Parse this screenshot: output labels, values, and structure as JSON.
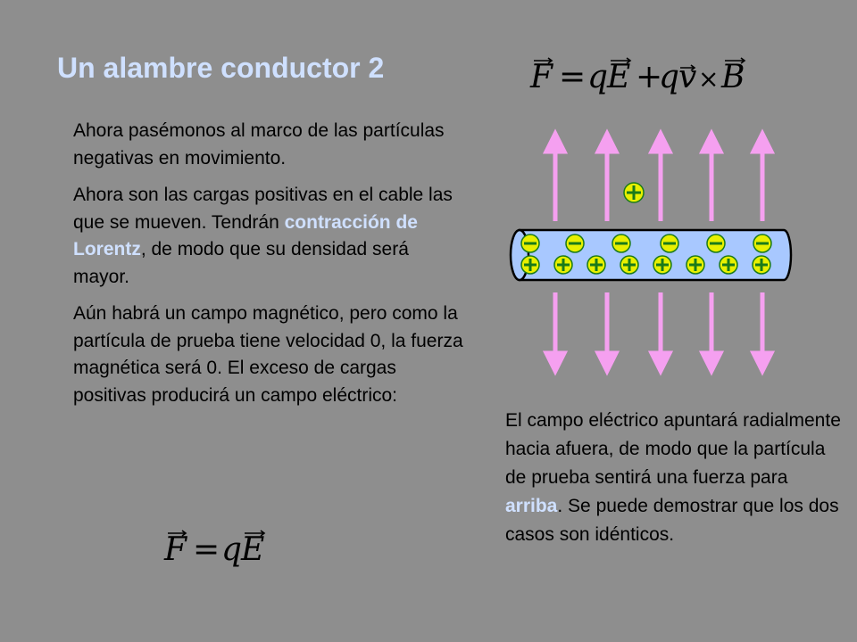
{
  "slide": {
    "title": "Un alambre conductor 2",
    "equation_full": {
      "F": "F",
      "eq": "=",
      "q1": "q",
      "E": "E",
      "plus": "+",
      "q2": "q",
      "v": "v",
      "times": "×",
      "B": "B"
    },
    "equation_simple": {
      "F": "F",
      "eq": "=",
      "q": "q",
      "E": "E"
    },
    "paragraph_1": "Ahora pasémonos al marco de las partículas negativas en movimiento.",
    "paragraph_2_before": "Ahora son las cargas positivas en el cable las que se mueven. Tendrán ",
    "paragraph_2_highlight": "contracción de Lorentz",
    "paragraph_2_after": ", de modo que su densidad será mayor.",
    "paragraph_3": "Aún habrá un campo magnético, pero como la partícula de prueba tiene velocidad 0, la fuerza magnética será 0. El exceso de cargas positivas producirá un campo eléctrico:",
    "right_before": "El campo eléctrico apuntará radialmente hacia afuera, de modo que la partícula de prueba  sentirá una fuerza para ",
    "right_highlight": "arriba",
    "right_after": ". Se puede demostrar que los dos casos son idénticos."
  },
  "diagram": {
    "negative_charges": 6,
    "positive_charges": 8,
    "field_arrows_up": 5,
    "field_arrows_down": 5,
    "colors": {
      "arrow": "#f5a0f0",
      "wire_fill": "#a8c8ff",
      "wire_stroke": "#000000",
      "charge_fill": "#e8f000",
      "charge_symbol": "#1a7a1a"
    }
  }
}
